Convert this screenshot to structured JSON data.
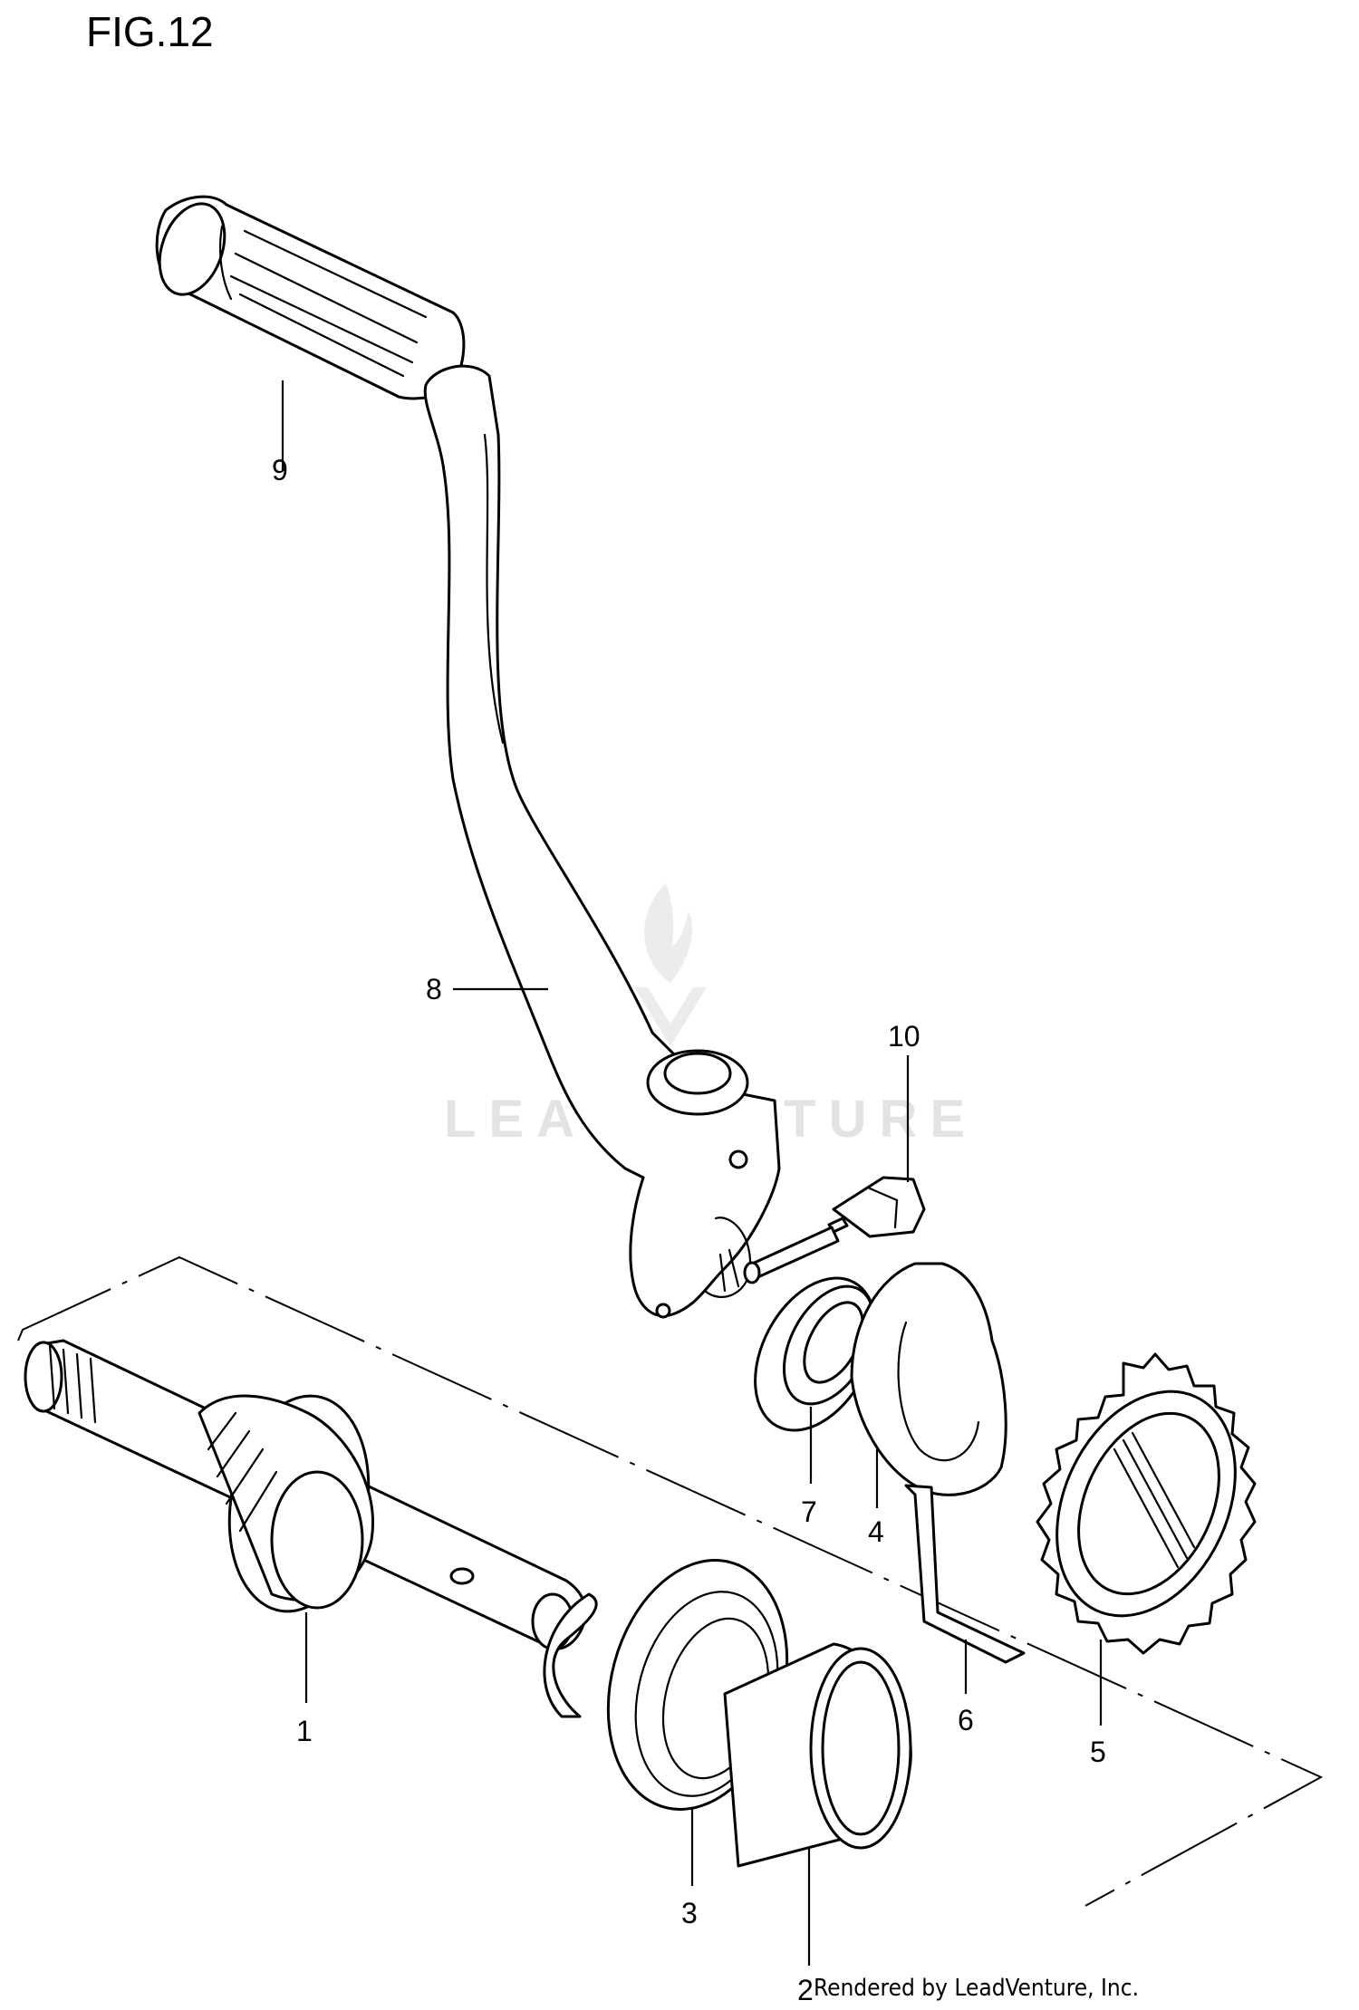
{
  "figure": {
    "title": "FIG.12"
  },
  "watermark": {
    "text": "LEADVENTURE"
  },
  "callouts": [
    {
      "id": "9",
      "label": "9"
    },
    {
      "id": "8",
      "label": "8"
    },
    {
      "id": "10",
      "label": "10"
    },
    {
      "id": "7",
      "label": "7"
    },
    {
      "id": "4",
      "label": "4"
    },
    {
      "id": "6",
      "label": "6"
    },
    {
      "id": "5",
      "label": "5"
    },
    {
      "id": "1",
      "label": "1"
    },
    {
      "id": "3",
      "label": "3"
    },
    {
      "id": "2",
      "label": "2"
    }
  ],
  "footer": {
    "text": "Rendered by LeadVenture, Inc."
  }
}
